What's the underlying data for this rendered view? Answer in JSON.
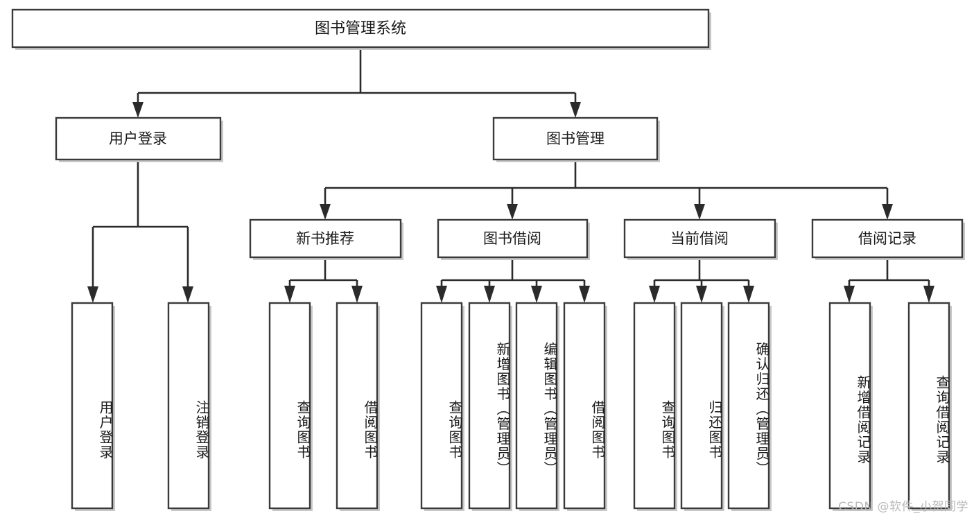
{
  "diagram": {
    "type": "tree",
    "title": "图书管理系统",
    "orientation": "top-down",
    "colors": {
      "box_stroke": "#3a3a3a",
      "box_fill": "#ffffff",
      "connector": "#2b2b2b",
      "text": "#1a1a1a",
      "watermark": "#b9b9b9",
      "background": "#ffffff"
    },
    "root": {
      "label": "图书管理系统"
    },
    "level2": [
      {
        "label": "用户登录"
      },
      {
        "label": "图书管理"
      }
    ],
    "level3": [
      {
        "label": "新书推荐"
      },
      {
        "label": "图书借阅"
      },
      {
        "label": "当前借阅"
      },
      {
        "label": "借阅记录"
      }
    ],
    "leaves": {
      "user_login": [
        {
          "label": "用户登录"
        },
        {
          "label": "注销登录"
        }
      ],
      "new_book_recommend": [
        {
          "label": "查询图书"
        },
        {
          "label": "借阅图书"
        }
      ],
      "book_borrow": [
        {
          "label": "查询图书"
        },
        {
          "label": "新增图书（管理员）"
        },
        {
          "label": "编辑图书（管理员）"
        },
        {
          "label": "借阅图书"
        }
      ],
      "current_borrow": [
        {
          "label": "查询图书"
        },
        {
          "label": "归还图书"
        },
        {
          "label": "确认归还（管理员）"
        }
      ],
      "borrow_record": [
        {
          "label": "新增借阅记录"
        },
        {
          "label": "查询借阅记录"
        }
      ]
    }
  },
  "watermark": {
    "text": "CSDN @软件_小贺同学"
  }
}
